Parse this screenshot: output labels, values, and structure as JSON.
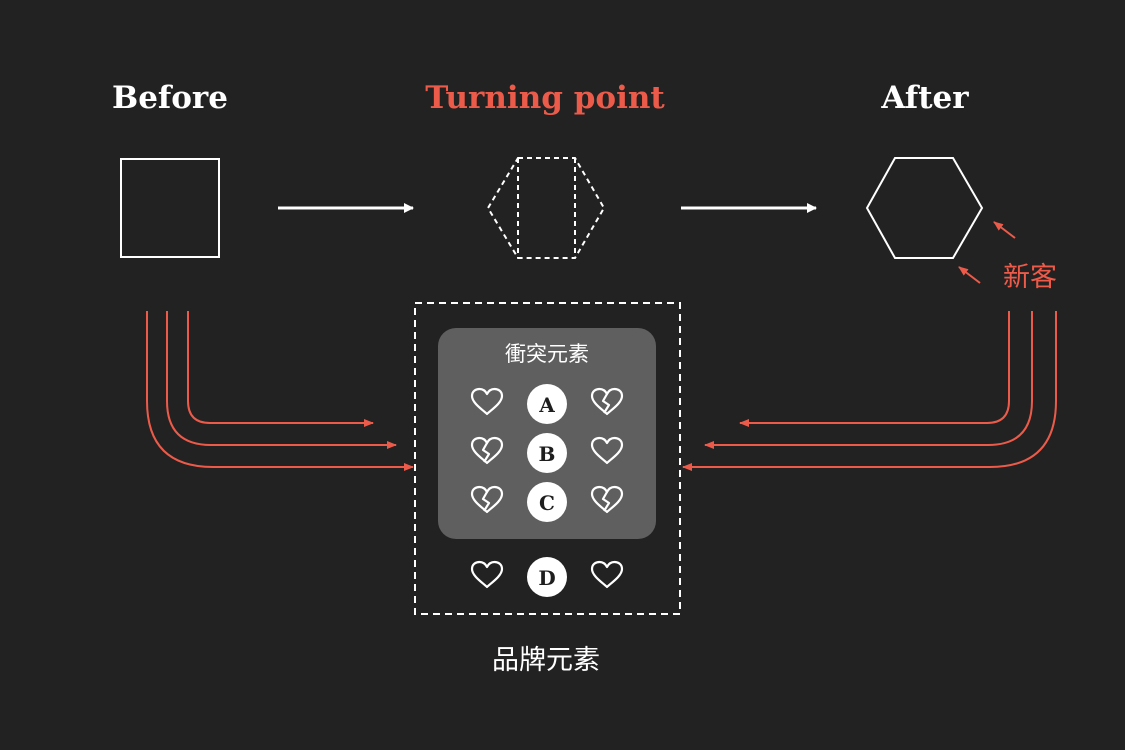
{
  "stages": {
    "before": "Before",
    "turning_point": "Turning point",
    "after": "After"
  },
  "new_customer": "新客",
  "conflict_box": {
    "title": "衝突元素",
    "rows": [
      {
        "badge": "A",
        "left": "heart",
        "right": "broken-heart"
      },
      {
        "badge": "B",
        "left": "broken-heart",
        "right": "heart"
      },
      {
        "badge": "C",
        "left": "broken-heart",
        "right": "broken-heart"
      }
    ]
  },
  "brand_row": {
    "badge": "D",
    "left": "heart",
    "right": "heart"
  },
  "brand_label": "品牌元素",
  "colors": {
    "background": "#232222",
    "accent": "#ec5b4a",
    "line": "#ffffff",
    "panel": "#5f5f5f"
  }
}
